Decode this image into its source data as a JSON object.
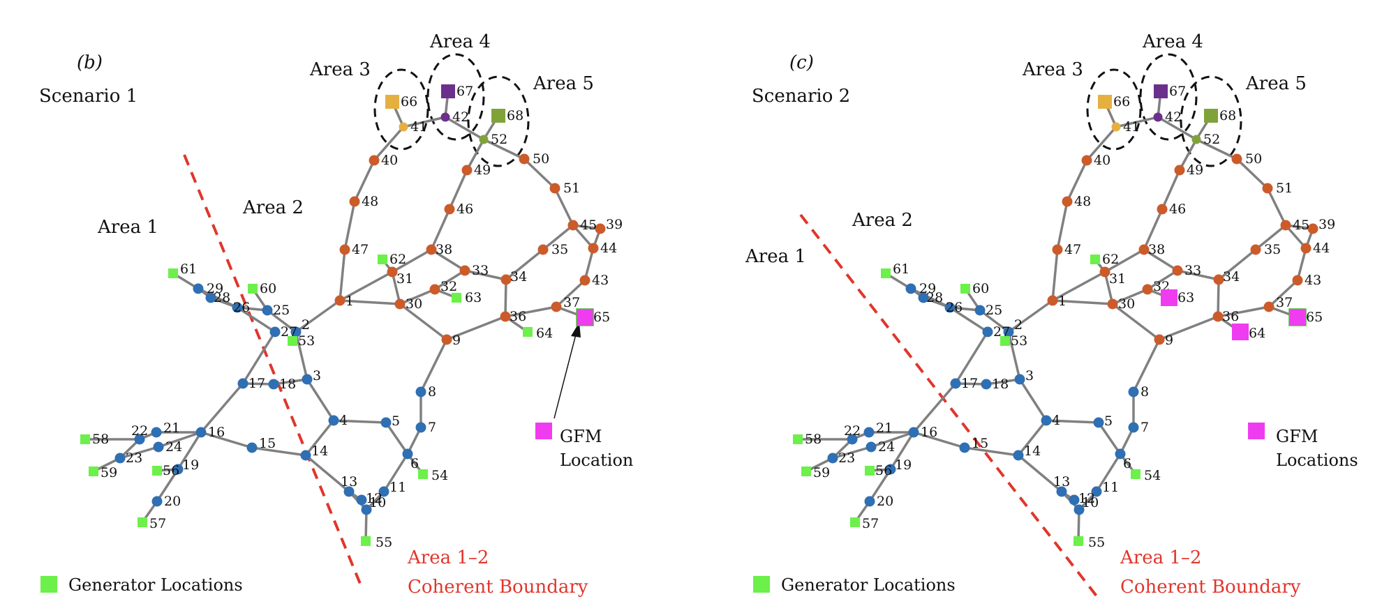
{
  "panels": [
    {
      "tag": "(b)",
      "scenario": "Scenario 1",
      "area_labels": [
        "Area 1",
        "Area 2",
        "Area 3",
        "Area 4",
        "Area 5"
      ],
      "boundary_label": [
        "Area 1–2",
        "Coherent Boundary"
      ],
      "legend_label": "Generator Locations",
      "gfm_label": [
        "GFM",
        "Location"
      ],
      "gfm_nodes": [
        "65"
      ]
    },
    {
      "tag": "(c)",
      "scenario": "Scenario 2",
      "area_labels": [
        "Area 1",
        "Area 2",
        "Area 3",
        "Area 4",
        "Area 5"
      ],
      "boundary_label": [
        "Area 1–2",
        "Coherent Boundary"
      ],
      "legend_label": "Generator Locations",
      "gfm_label": [
        "GFM",
        "Locations"
      ],
      "gfm_nodes": [
        "63",
        "64",
        "65"
      ]
    }
  ],
  "colors": {
    "area1": "#2f6fb3",
    "area2": "#cc5b2a",
    "area3": "#e6b040",
    "area4": "#6b2f8c",
    "area5": "#7fa33a",
    "generator": "#6cf04a",
    "gfm": "#f03cf0",
    "edge": "#808080",
    "boundary": "#e0362c"
  },
  "buses": [
    {
      "id": "1",
      "area": 2
    },
    {
      "id": "2",
      "area": 1
    },
    {
      "id": "3",
      "area": 1
    },
    {
      "id": "4",
      "area": 1
    },
    {
      "id": "5",
      "area": 1
    },
    {
      "id": "6",
      "area": 1
    },
    {
      "id": "7",
      "area": 1
    },
    {
      "id": "8",
      "area": 1
    },
    {
      "id": "9",
      "area": 2
    },
    {
      "id": "10",
      "area": 1
    },
    {
      "id": "11",
      "area": 1
    },
    {
      "id": "12",
      "area": 1
    },
    {
      "id": "13",
      "area": 1
    },
    {
      "id": "14",
      "area": 1
    },
    {
      "id": "15",
      "area": 1
    },
    {
      "id": "16",
      "area": 1
    },
    {
      "id": "17",
      "area": 1
    },
    {
      "id": "18",
      "area": 1
    },
    {
      "id": "19",
      "area": 1
    },
    {
      "id": "20",
      "area": 1
    },
    {
      "id": "21",
      "area": 1
    },
    {
      "id": "22",
      "area": 1
    },
    {
      "id": "23",
      "area": 1
    },
    {
      "id": "24",
      "area": 1
    },
    {
      "id": "25",
      "area": 1
    },
    {
      "id": "26",
      "area": 1
    },
    {
      "id": "27",
      "area": 1
    },
    {
      "id": "28",
      "area": 1
    },
    {
      "id": "29",
      "area": 1
    },
    {
      "id": "30",
      "area": 2
    },
    {
      "id": "31",
      "area": 2
    },
    {
      "id": "32",
      "area": 2
    },
    {
      "id": "33",
      "area": 2
    },
    {
      "id": "34",
      "area": 2
    },
    {
      "id": "35",
      "area": 2
    },
    {
      "id": "36",
      "area": 2
    },
    {
      "id": "37",
      "area": 2
    },
    {
      "id": "38",
      "area": 2
    },
    {
      "id": "39",
      "area": 2
    },
    {
      "id": "40",
      "area": 2
    },
    {
      "id": "41",
      "area": 3
    },
    {
      "id": "42",
      "area": 4
    },
    {
      "id": "43",
      "area": 2
    },
    {
      "id": "44",
      "area": 2
    },
    {
      "id": "45",
      "area": 2
    },
    {
      "id": "46",
      "area": 2
    },
    {
      "id": "47",
      "area": 2
    },
    {
      "id": "48",
      "area": 2
    },
    {
      "id": "49",
      "area": 2
    },
    {
      "id": "50",
      "area": 2
    },
    {
      "id": "51",
      "area": 2
    },
    {
      "id": "52",
      "area": 5
    }
  ],
  "generators": [
    {
      "id": "53",
      "area": 1
    },
    {
      "id": "54",
      "area": 1
    },
    {
      "id": "55",
      "area": 1
    },
    {
      "id": "56",
      "area": 1
    },
    {
      "id": "57",
      "area": 1
    },
    {
      "id": "58",
      "area": 1
    },
    {
      "id": "59",
      "area": 1
    },
    {
      "id": "60",
      "area": 1
    },
    {
      "id": "61",
      "area": 1
    },
    {
      "id": "62",
      "area": 2
    },
    {
      "id": "63",
      "area": 2
    },
    {
      "id": "64",
      "area": 2
    },
    {
      "id": "65",
      "area": 2
    },
    {
      "id": "66",
      "area": 3
    },
    {
      "id": "67",
      "area": 4
    },
    {
      "id": "68",
      "area": 5
    }
  ],
  "lines": [
    [
      "1",
      "2"
    ],
    [
      "1",
      "30"
    ],
    [
      "1",
      "31"
    ],
    [
      "1",
      "47"
    ],
    [
      "2",
      "3"
    ],
    [
      "2",
      "25"
    ],
    [
      "2",
      "53"
    ],
    [
      "3",
      "4"
    ],
    [
      "3",
      "18"
    ],
    [
      "4",
      "5"
    ],
    [
      "4",
      "14"
    ],
    [
      "5",
      "6"
    ],
    [
      "6",
      "7"
    ],
    [
      "6",
      "11"
    ],
    [
      "6",
      "54"
    ],
    [
      "7",
      "8"
    ],
    [
      "8",
      "9"
    ],
    [
      "9",
      "30"
    ],
    [
      "9",
      "36"
    ],
    [
      "10",
      "11"
    ],
    [
      "10",
      "13"
    ],
    [
      "10",
      "55"
    ],
    [
      "12",
      "13"
    ],
    [
      "13",
      "14"
    ],
    [
      "14",
      "15"
    ],
    [
      "15",
      "16"
    ],
    [
      "16",
      "17"
    ],
    [
      "16",
      "19"
    ],
    [
      "16",
      "21"
    ],
    [
      "16",
      "24"
    ],
    [
      "17",
      "18"
    ],
    [
      "17",
      "27"
    ],
    [
      "19",
      "56"
    ],
    [
      "20",
      "19"
    ],
    [
      "20",
      "57"
    ],
    [
      "21",
      "22"
    ],
    [
      "22",
      "23"
    ],
    [
      "22",
      "58"
    ],
    [
      "23",
      "24"
    ],
    [
      "23",
      "59"
    ],
    [
      "25",
      "26"
    ],
    [
      "25",
      "60"
    ],
    [
      "26",
      "27"
    ],
    [
      "26",
      "28"
    ],
    [
      "26",
      "29"
    ],
    [
      "28",
      "29"
    ],
    [
      "29",
      "61"
    ],
    [
      "30",
      "31"
    ],
    [
      "30",
      "32"
    ],
    [
      "31",
      "38"
    ],
    [
      "31",
      "62"
    ],
    [
      "32",
      "33"
    ],
    [
      "32",
      "63"
    ],
    [
      "33",
      "34"
    ],
    [
      "33",
      "38"
    ],
    [
      "34",
      "35"
    ],
    [
      "34",
      "36"
    ],
    [
      "35",
      "45"
    ],
    [
      "36",
      "37"
    ],
    [
      "36",
      "64"
    ],
    [
      "37",
      "43"
    ],
    [
      "37",
      "65"
    ],
    [
      "38",
      "46"
    ],
    [
      "39",
      "44"
    ],
    [
      "39",
      "45"
    ],
    [
      "40",
      "41"
    ],
    [
      "40",
      "48"
    ],
    [
      "41",
      "42"
    ],
    [
      "41",
      "66"
    ],
    [
      "42",
      "52"
    ],
    [
      "42",
      "67"
    ],
    [
      "43",
      "44"
    ],
    [
      "44",
      "45"
    ],
    [
      "45",
      "51"
    ],
    [
      "46",
      "49"
    ],
    [
      "47",
      "48"
    ],
    [
      "49",
      "52"
    ],
    [
      "50",
      "51"
    ],
    [
      "50",
      "52"
    ],
    [
      "52",
      "68"
    ]
  ]
}
